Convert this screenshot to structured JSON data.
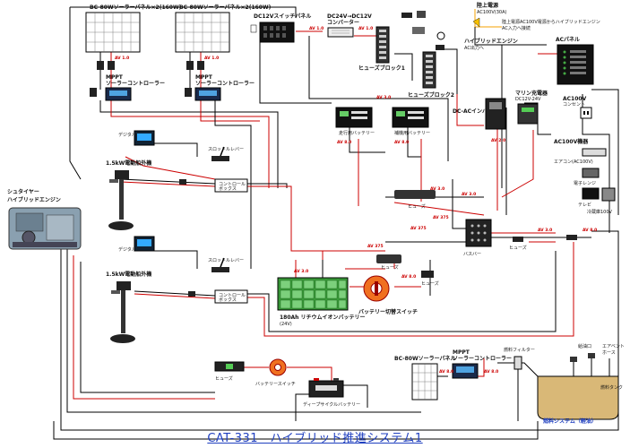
{
  "title": "CAT-331　ハイブリッド推進システム1",
  "labels": {
    "solar1": "BC-80Wソーラーパネル×2(160W)",
    "solar2": "BC-80Wソーラーパネル×2(160W)",
    "ctrl1_a": "MPPT",
    "ctrl1_b": "ソーラーコントローラー",
    "ctrl2_a": "MPPT",
    "ctrl2_b": "ソーラーコントローラー",
    "monitor1": "デジタル電圧計",
    "monitor2": "デジタル電圧計",
    "motor1": "1.5kW電動船外機",
    "motor2": "1.5kW電動船外機",
    "throttle1": "スロットルレバー",
    "throttle2": "スロットルレバー",
    "ctrlbox1_a": "コントロール",
    "ctrlbox1_b": "ボックス",
    "ctrlbox2_a": "コントロール",
    "ctrlbox2_b": "ボックス",
    "engine_a": "シュタイヤー",
    "engine_b": "ハイブリッドエンジン",
    "switchpanel": "DC12Vスイッチパネル",
    "converter_a": "DC24V→DC12V",
    "converter_b": "コンバーター",
    "fuseblock1": "ヒューズブロック1",
    "fuseblock2": "ヒューズブロック2",
    "shore_a": "陸上電源",
    "shore_b": "AC100V(30A)",
    "shore_c": "陸上電源AC100V電源からハイブリッドエンジン",
    "shore_d": "AC入力へ接続",
    "hybrid_in": "ハイブリッドエンジン",
    "hybrid_in2": "AC出力へ",
    "acpanel": "ACパネル",
    "inverter": "DC-ACインバーター",
    "charger_a": "マリン充電器",
    "charger_b": "DC12V-24V",
    "outlet_a": "AC100V",
    "outlet_b": "コンセント",
    "acdevices": "AC100V機器",
    "acdev1": "エアコン(AC100V)",
    "acdev2": "電子レンジ",
    "acdev3": "テレビ",
    "acdev4": "冷蔵庫100V",
    "meter1": "走行用バッテリー",
    "meter2": "補機用バッテリー",
    "lithium_a": "180Ah リチウムイオンバッテリー",
    "lithium_b": "(24V)",
    "battswitch": "バッテリー切替スイッチ",
    "battswitch2": "バッテリースイッチ",
    "deepcycle": "ディープサイクルバッテリー",
    "busbar": "バスバー",
    "fuse1": "ヒューズ",
    "fuse2": "ヒューズ",
    "fuse3": "ヒューズ",
    "solar3": "BC-80Wソーラーパネル",
    "ctrl3_a": "MPPT",
    "ctrl3_b": "ソーラーコントローラー",
    "fuelfilter": "燃料フィルター",
    "fueltank": "燃料タンク",
    "fuelsystem": "燃料システム（軽油）",
    "vent1": "給油口",
    "vent2": "エアベント",
    "vent3": "ホース",
    "amps": [
      "AV 1.0",
      "AV 1.0",
      "AV 1.0",
      "AV 1.0",
      "AV 2.0",
      "AV 8.0",
      "AV 8.0",
      "AV 3.0",
      "AV 3.0",
      "AV 3.0",
      "AV 8.0",
      "AV 3.0",
      "AV 8.0",
      "AV 375",
      "AV 375",
      "AV 375",
      "AV 8.0",
      "AV 8.0",
      "AV 3.0"
    ]
  }
}
